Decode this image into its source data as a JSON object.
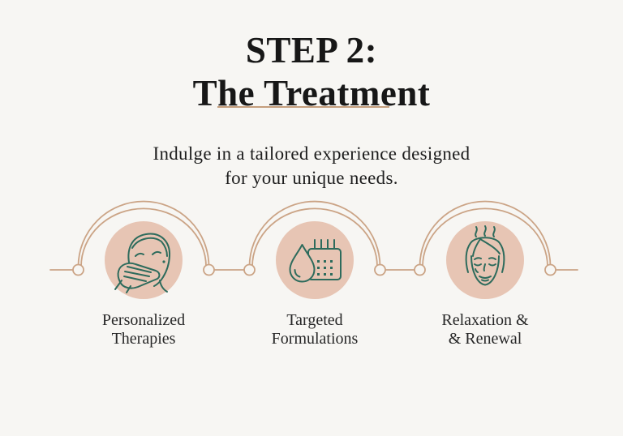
{
  "header": {
    "title_line1": "STEP 2:",
    "title_line2": "The Treatment",
    "subtitle_line1": "Indulge in a tailored experience designed",
    "subtitle_line2": "for your unique needs."
  },
  "steps": [
    {
      "icon_name": "face-hand-massage-icon",
      "label_line1": "Personalized",
      "label_line2": "Therapies"
    },
    {
      "icon_name": "droplet-calendar-icon",
      "label_line1": "Targeted",
      "label_line2": "Formulations"
    },
    {
      "icon_name": "steam-relaxed-face-icon",
      "label_line1": "Relaxation &",
      "label_line2": "& Renewal"
    }
  ],
  "colors": {
    "background": "#f7f6f3",
    "title_text": "#171717",
    "subtitle_text": "#1d1d1d",
    "label_text": "#272727",
    "accent_tan": "#c59e7c",
    "arc_tan": "#cba486",
    "circle_fill": "#e7c5b4",
    "icon_stroke": "#2d6b5c"
  }
}
